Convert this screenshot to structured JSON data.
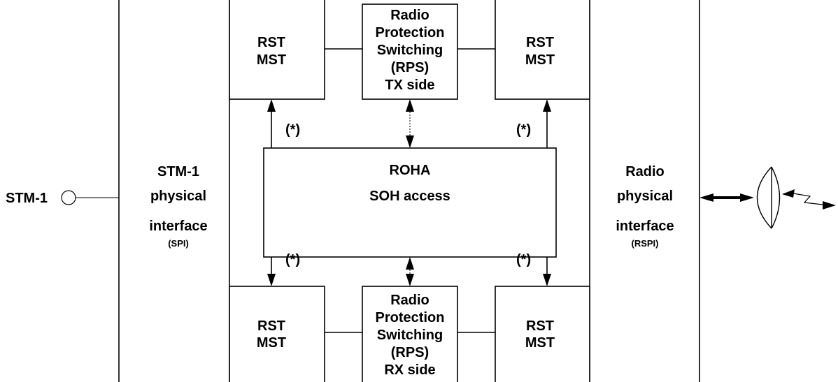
{
  "stm1_port": "STM-1",
  "spi": {
    "line1": "STM-1",
    "line2": "physical",
    "line3": "interface",
    "abbr": "(SPI)"
  },
  "rspi": {
    "line1": "Radio",
    "line2": "physical",
    "line3": "interface",
    "abbr": "(RSPI)"
  },
  "rst_mst": {
    "rst": "RST",
    "mst": "MST"
  },
  "rps_tx": {
    "l1": "Radio",
    "l2": "Protection",
    "l3": "Switching",
    "l4": "(RPS)",
    "l5": "TX side"
  },
  "rps_rx": {
    "l1": "Radio",
    "l2": "Protection",
    "l3": "Switching",
    "l4": "(RPS)",
    "l5": "RX side"
  },
  "roha": {
    "line1": "ROHA",
    "line2": "SOH access"
  },
  "note": "(*)"
}
